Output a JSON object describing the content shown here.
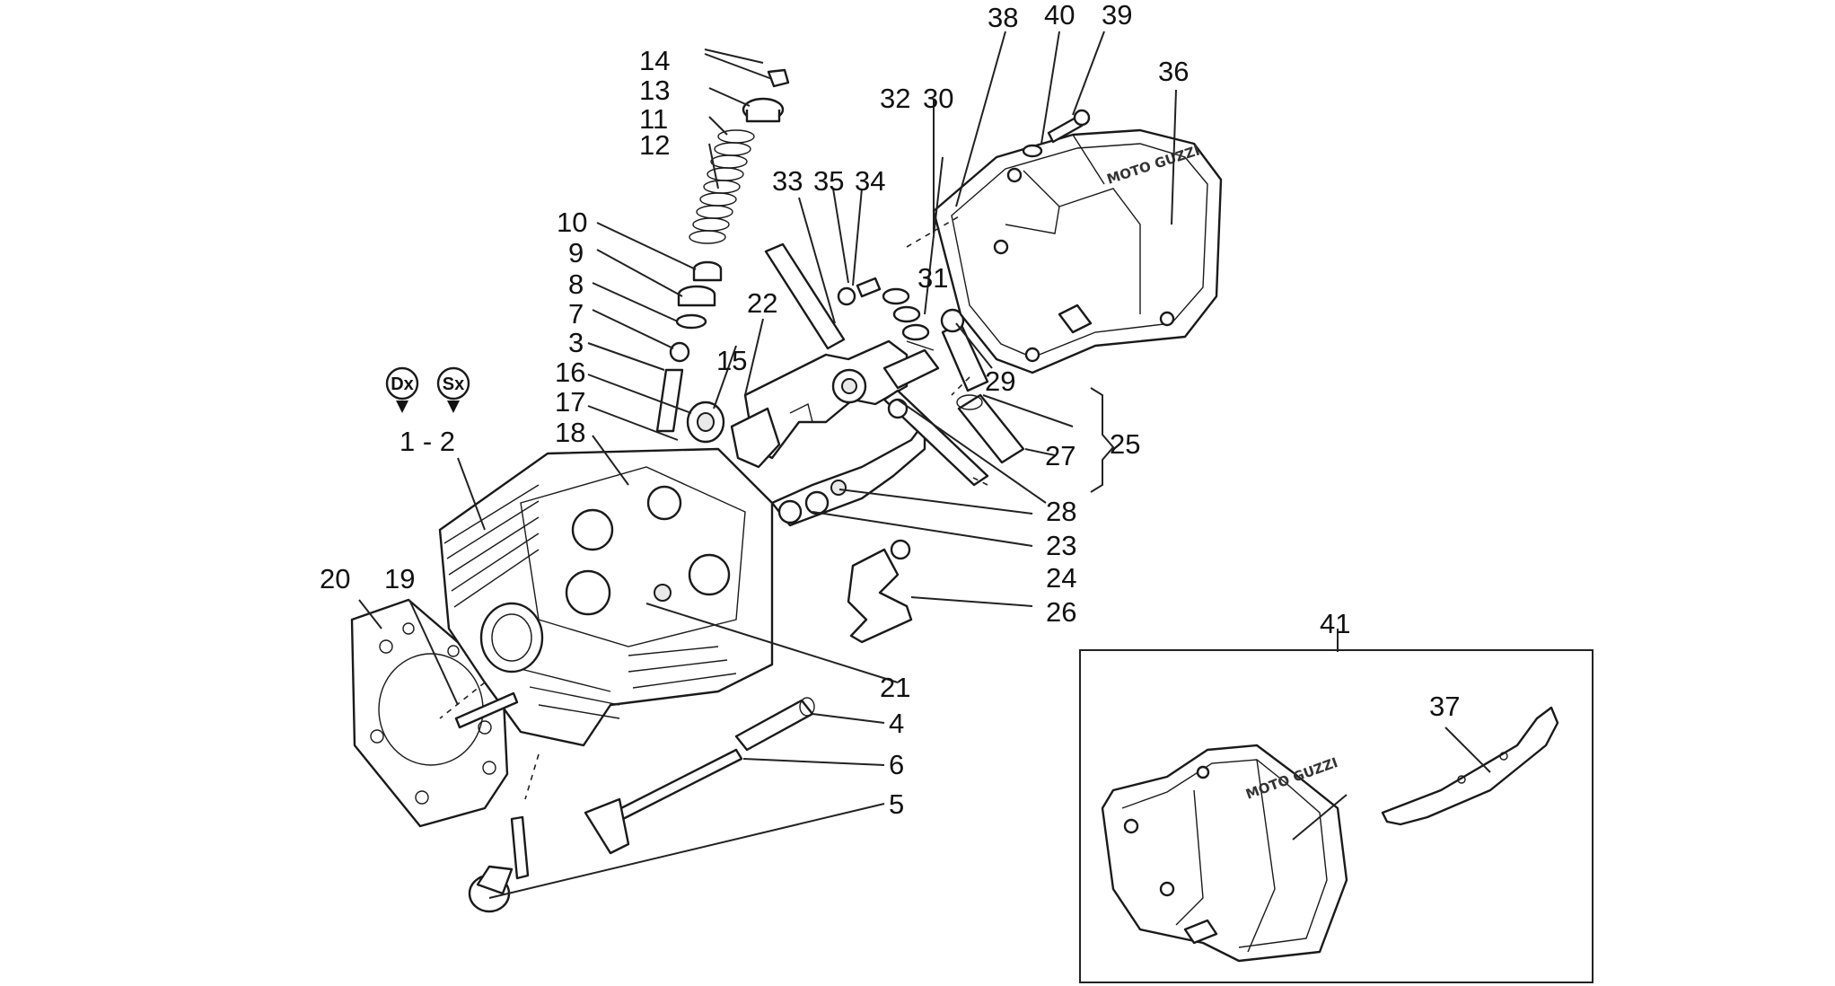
{
  "labels": {
    "n1_2": "1 - 2",
    "n3": "3",
    "n4": "4",
    "n5": "5",
    "n6": "6",
    "n7": "7",
    "n8": "8",
    "n9": "9",
    "n10": "10",
    "n11": "11",
    "n12": "12",
    "n13": "13",
    "n14": "14",
    "n15": "15",
    "n16": "16",
    "n17": "17",
    "n18": "18",
    "n19": "19",
    "n20": "20",
    "n21": "21",
    "n22": "22",
    "n23": "23",
    "n24": "24",
    "n25": "25",
    "n26": "26",
    "n27": "27",
    "n28": "28",
    "n29": "29",
    "n30": "30",
    "n31": "31",
    "n32": "32",
    "n33": "33",
    "n34": "34",
    "n35": "35",
    "n36": "36",
    "n37": "37",
    "n38": "38",
    "n39": "39",
    "n40": "40",
    "n41": "41"
  },
  "side_tags": {
    "right": "Dx",
    "left": "Sx"
  },
  "brand_text": "MOTO GUZZI",
  "colors": {
    "line": "#1a1a1a",
    "background": "#ffffff",
    "label": "#111111"
  }
}
